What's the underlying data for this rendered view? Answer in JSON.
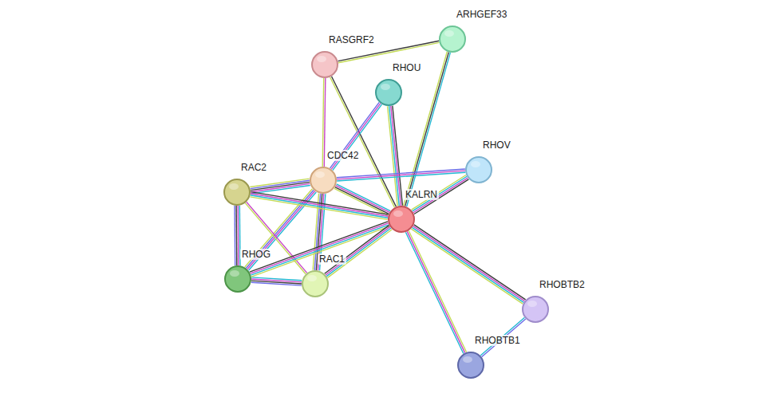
{
  "diagram": {
    "nodes": [
      {
        "text": [
          "ARHGEF33"
        ]
      },
      {
        "text": [
          "RASGRF2"
        ]
      },
      {
        "text": [
          "RHOU"
        ]
      },
      {
        "text": [
          "RHOV"
        ]
      },
      {
        "text": [
          "CDC42"
        ]
      },
      {
        "text": [
          "RAC2"
        ]
      },
      {
        "text": [
          "KALRN"
        ]
      },
      {
        "text": [
          "RHOG"
        ]
      },
      {
        "text": [
          "RAC1"
        ]
      },
      {
        "text": [
          "RHOBTB2"
        ]
      },
      {
        "text": [
          "RHOBTB1"
        ]
      }
    ],
    "edges": [
      {
        "from": 1,
        "to": 0,
        "arrow": "none"
      },
      {
        "from": 1,
        "to": 4,
        "arrow": "none"
      },
      {
        "from": 1,
        "to": 6,
        "arrow": "none"
      },
      {
        "from": 0,
        "to": 6,
        "arrow": "none"
      },
      {
        "from": 2,
        "to": 4,
        "arrow": "none"
      },
      {
        "from": 2,
        "to": 6,
        "arrow": "none"
      },
      {
        "from": 3,
        "to": 4,
        "arrow": "none"
      },
      {
        "from": 3,
        "to": 6,
        "arrow": "none"
      },
      {
        "from": 4,
        "to": 5,
        "arrow": "none"
      },
      {
        "from": 4,
        "to": 6,
        "arrow": "none"
      },
      {
        "from": 4,
        "to": 7,
        "arrow": "none"
      },
      {
        "from": 4,
        "to": 8,
        "arrow": "none"
      },
      {
        "from": 5,
        "to": 6,
        "arrow": "none"
      },
      {
        "from": 5,
        "to": 7,
        "arrow": "none"
      },
      {
        "from": 5,
        "to": 8,
        "arrow": "none"
      },
      {
        "from": 7,
        "to": 8,
        "arrow": "none"
      },
      {
        "from": 7,
        "to": 6,
        "arrow": "none"
      },
      {
        "from": 8,
        "to": 6,
        "arrow": "none"
      },
      {
        "from": 6,
        "to": 9,
        "arrow": "none"
      },
      {
        "from": 6,
        "to": 10,
        "arrow": "none"
      },
      {
        "from": 10,
        "to": 9,
        "arrow": "none"
      }
    ]
  }
}
